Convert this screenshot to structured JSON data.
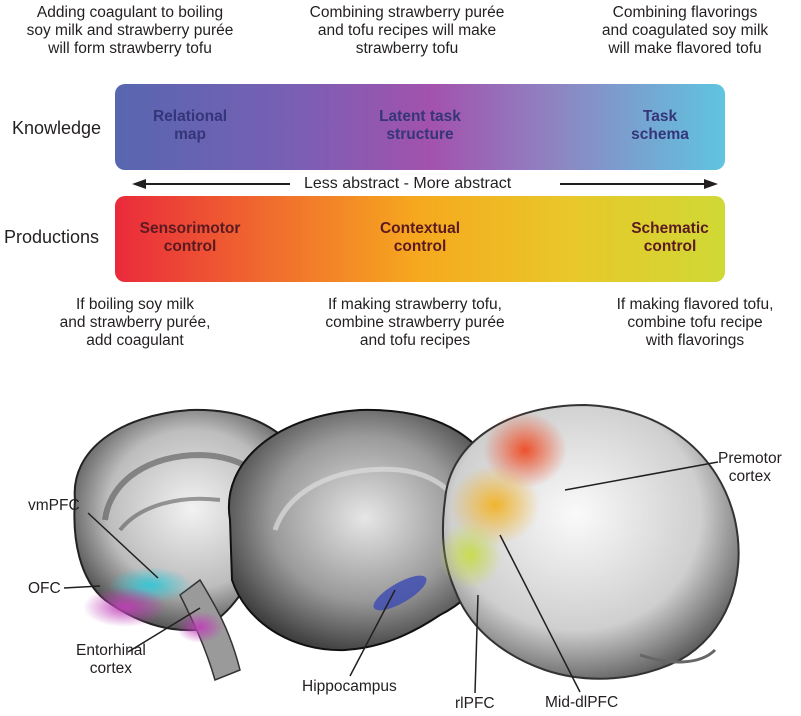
{
  "captions_top": {
    "left": "Adding coagulant to boiling\nsoy milk and strawberry purée\nwill form strawberry tofu",
    "center": "Combining strawberry purée\nand tofu recipes will make\nstrawberry tofu",
    "right": "Combining flavorings\nand coagulated soy milk\nwill make flavored tofu"
  },
  "row_labels": {
    "knowledge": "Knowledge",
    "productions": "Productions"
  },
  "knowledge_band": {
    "left": "Relational\nmap",
    "center": "Latent task\nstructure",
    "right": "Task\nschema"
  },
  "axis": {
    "label": "Less abstract - More abstract"
  },
  "productions_band": {
    "left": "Sensorimotor\ncontrol",
    "center": "Contextual\ncontrol",
    "right": "Schematic\ncontrol"
  },
  "captions_bottom": {
    "left": "If boiling soy milk\nand strawberry purée,\nadd coagulant",
    "center": "If making strawberry tofu,\ncombine strawberry purée\nand tofu recipes",
    "right": "If making flavored tofu,\ncombine tofu recipe\nwith flavorings"
  },
  "brain_labels": {
    "vmpfc": "vmPFC",
    "ofc": "OFC",
    "entorhinal": "Entorhinal\ncortex",
    "hippocampus": "Hippocampus",
    "rlpfc": "rlPFC",
    "mid_dlpfc": "Mid-dlPFC",
    "premotor": "Premotor\ncortex"
  },
  "colors": {
    "knowledge_gradient": [
      "#5766b0",
      "#a352ad",
      "#5fc4e0"
    ],
    "productions_gradient": [
      "#ea2a3b",
      "#f6a91e",
      "#cfd935"
    ],
    "vmpfc_highlight": "#33c7d6",
    "ofc_highlight": "#c040b8",
    "hippocampus_highlight": "#3f4fb0",
    "premotor_highlight": "#ee4a22",
    "mid_dlpfc_highlight": "#f3b01c",
    "rlpfc_highlight": "#c8dc4a"
  }
}
